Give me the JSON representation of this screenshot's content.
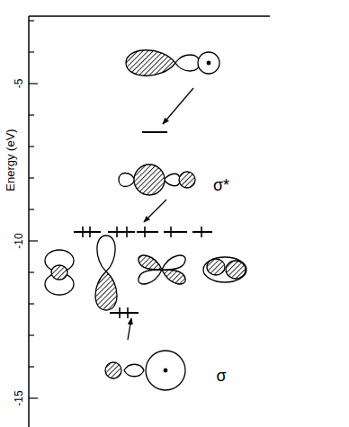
{
  "diagram": {
    "labels": [
      "Energy (eV)",
      "-5",
      "-10",
      "-15",
      "σ*",
      "σ"
    ]
  }
}
